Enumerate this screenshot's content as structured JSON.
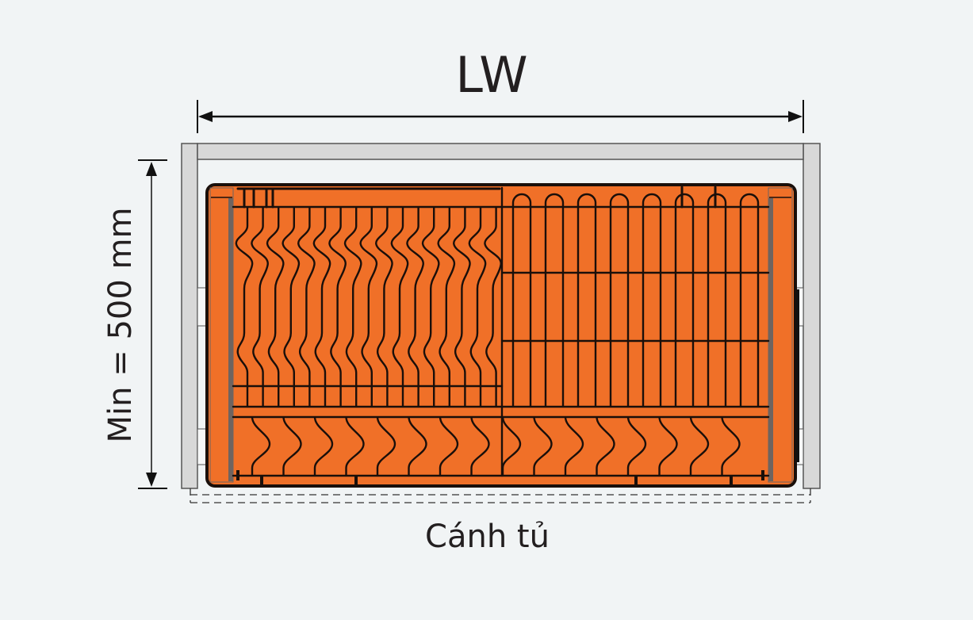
{
  "diagram": {
    "title": "Dish rack drawer installation dimensions",
    "width_label": "LW",
    "height_label": "Min = 500 mm",
    "door_label": "Cánh tủ",
    "colors": {
      "background": "#f1f4f5",
      "basket_fill": "#f07028",
      "wire": "#1a0f0a",
      "cabinet_panel": "#d8d8d8",
      "panel_stroke": "#555555",
      "rail_side": "#6e6460",
      "text": "#231f20"
    },
    "components": [
      {
        "name": "cabinet-side-left"
      },
      {
        "name": "cabinet-side-right"
      },
      {
        "name": "cabinet-top-panel"
      },
      {
        "name": "dish-rack-basket"
      },
      {
        "name": "plate-rack-section"
      },
      {
        "name": "bowl-rack-section"
      },
      {
        "name": "cabinet-door-outline"
      }
    ]
  }
}
